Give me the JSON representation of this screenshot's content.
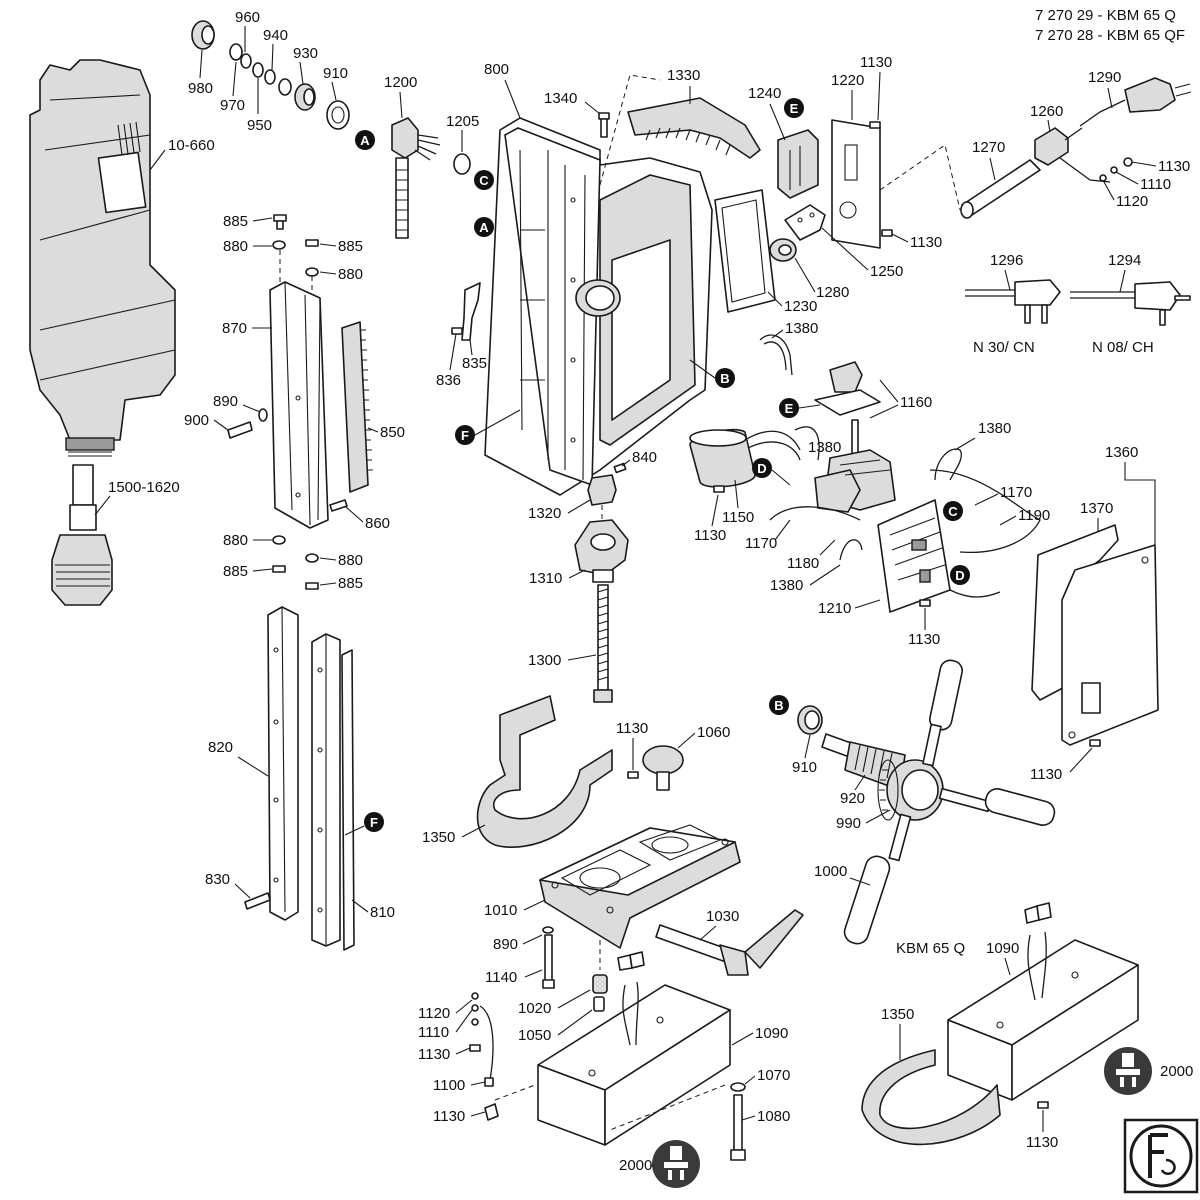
{
  "header": {
    "line1": "7 270 29 - KBM 65 Q",
    "line2": "7 270 28 - KBM 65 QF"
  },
  "labels": {
    "l10660": "10-660",
    "l980": "980",
    "l960": "960",
    "l970": "970",
    "l940": "940",
    "l950": "950",
    "l930": "930",
    "l910": "910",
    "l1200": "1200",
    "l1205": "1205",
    "l800": "800",
    "l1340": "1340",
    "l1330": "1330",
    "l1240": "1240",
    "l1220": "1220",
    "l1130": "1130",
    "l1290": "1290",
    "l1260": "1260",
    "l1270": "1270",
    "l1110": "1110",
    "l1120": "1120",
    "l1250": "1250",
    "l1280": "1280",
    "l1230": "1230",
    "l1296": "1296",
    "l1294": "1294",
    "l1380": "1380",
    "l1160": "1160",
    "l885": "885",
    "l880": "880",
    "l870": "870",
    "l835": "835",
    "l836": "836",
    "l890": "890",
    "l900": "900",
    "l850": "850",
    "l840": "840",
    "l1320": "1320",
    "l1150": "1150",
    "l1170": "1170",
    "l1180": "1180",
    "l1190": "1190",
    "l1360": "1360",
    "l1370": "1370",
    "l1210": "1210",
    "l15001620": "1500-1620",
    "l860": "860",
    "l1310": "1310",
    "l1300": "1300",
    "l820": "820",
    "l830": "830",
    "l810": "810",
    "l1350": "1350",
    "l1060": "1060",
    "l920": "920",
    "l990": "990",
    "l1000": "1000",
    "l1010": "1010",
    "l1030": "1030",
    "l1140": "1140",
    "l1020": "1020",
    "l1050": "1050",
    "l1090": "1090",
    "l1100": "1100",
    "l1070": "1070",
    "l1080": "1080",
    "l2000": "2000",
    "kbm65q": "KBM 65 Q"
  },
  "plugs": {
    "n30": "N 30/ CN",
    "n08": "N 08/ CH"
  },
  "markers": {
    "a": "A",
    "b": "B",
    "c": "C",
    "d": "D",
    "e": "E",
    "f": "F"
  },
  "logo": {
    "text": "Fein"
  },
  "colors": {
    "line": "#1a1a1a",
    "shade": "#dcdcdc",
    "marker": "#111111"
  }
}
